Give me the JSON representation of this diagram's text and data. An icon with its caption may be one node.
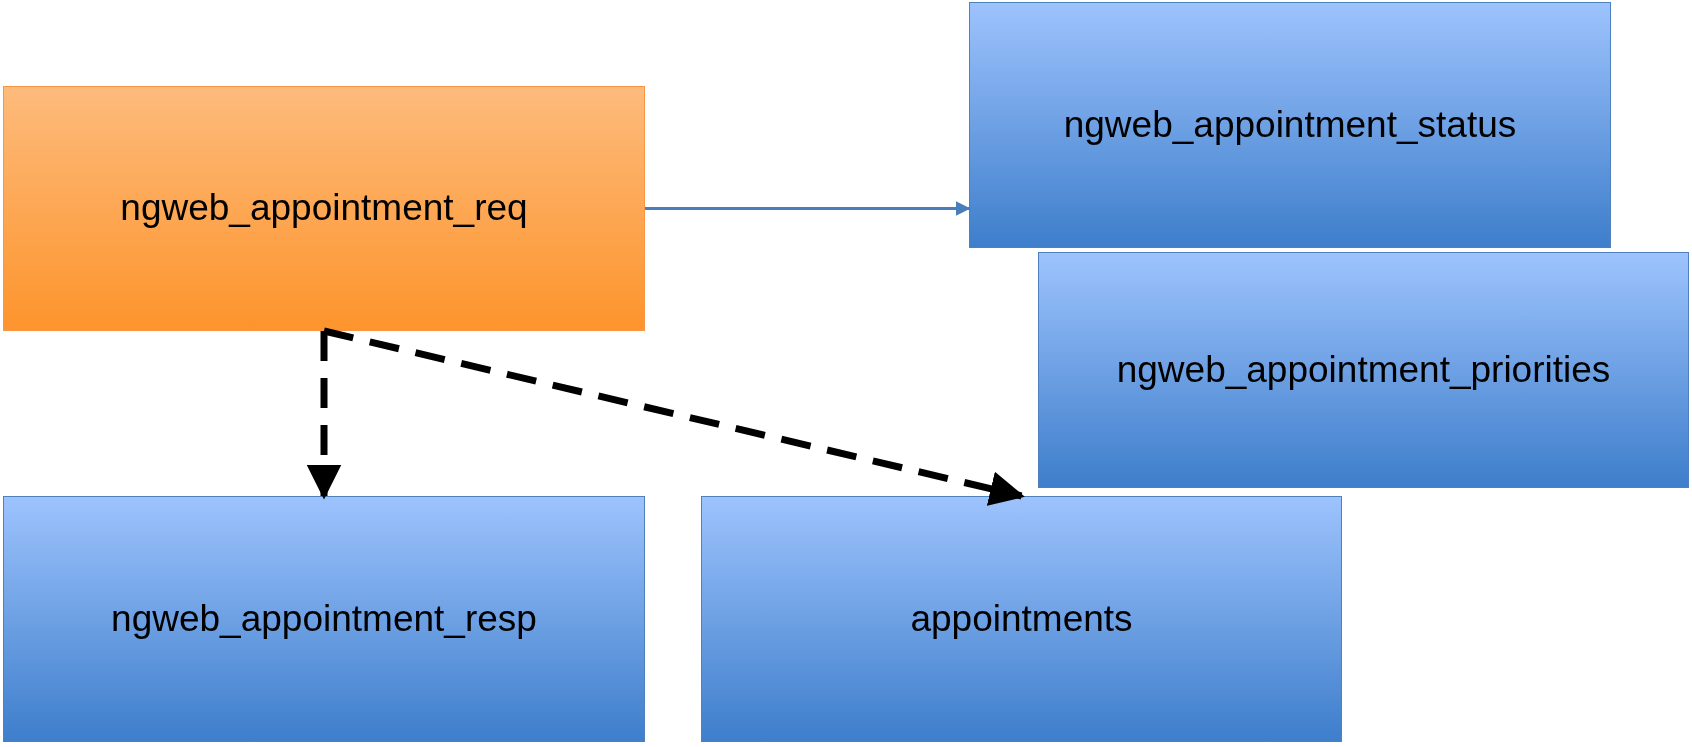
{
  "diagram": {
    "nodes": [
      {
        "text": [
          "ngweb_appointment_req"
        ]
      },
      {
        "text": [
          "ngweb_appointment_status"
        ]
      },
      {
        "text": [
          "ngweb_appointment_priorities"
        ]
      },
      {
        "text": [
          "ngweb_appointment_resp"
        ]
      },
      {
        "text": [
          "appointments"
        ]
      }
    ],
    "edges": [
      {
        "from": 0,
        "to": 1,
        "arrow": "to",
        "color": "#4a7ebb"
      },
      {
        "from": 0,
        "to": 3,
        "arrow": "to",
        "style": "dashed"
      },
      {
        "from": 0,
        "to": 4,
        "arrow": "to",
        "style": "dashed"
      }
    ]
  }
}
